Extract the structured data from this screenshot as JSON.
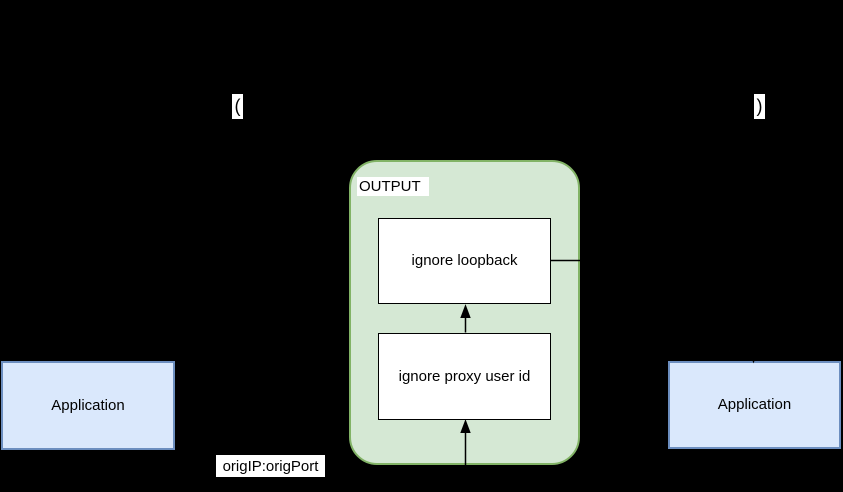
{
  "diagram": {
    "background_color": "#000000",
    "decorations": {
      "open_paren": "(",
      "close_paren": ")"
    },
    "chain": {
      "label": "OUTPUT",
      "fill_color": "#d5e8d4",
      "border_color": "#82b366",
      "rules": [
        {
          "label": "ignore loopback"
        },
        {
          "label": "ignore proxy user id"
        }
      ]
    },
    "applications": [
      {
        "label": "Application",
        "position": "left"
      },
      {
        "label": "Application",
        "position": "right"
      }
    ],
    "edge_label": "origIP:origPort",
    "node_fill_color": "#dae8fc",
    "node_border_color": "#6c8ebf",
    "rule_fill_color": "#ffffff",
    "connector_color": "#000000",
    "label_background_color": "#ffffff"
  }
}
